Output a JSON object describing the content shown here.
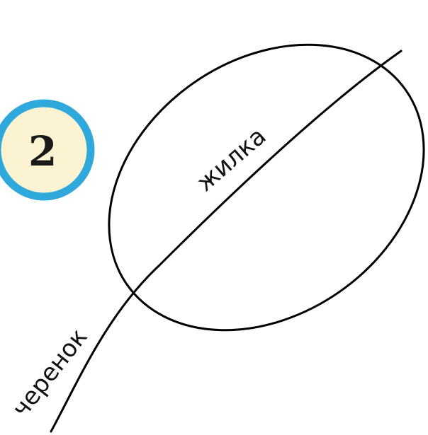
{
  "badge": {
    "number": "2",
    "ring_color": "#2fa8dc",
    "fill_color": "#fbf3d2"
  },
  "leaf": {
    "stroke_color": "#000000"
  },
  "labels": {
    "vein": "жилка",
    "stem": "черенок"
  }
}
